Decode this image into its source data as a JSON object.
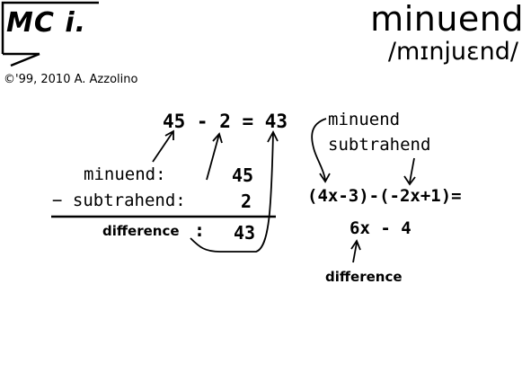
{
  "header": {
    "logo_text": "MC i.",
    "title": "minuend",
    "pronunciation": "/mɪnjuɛnd/",
    "copyright": "©'99, 2010  A. Azzolino"
  },
  "left_example": {
    "equation": "45 - 2 = 43",
    "minuend_label": "minuend:",
    "minuend_value": "45",
    "subtrahend_label": "−  subtrahend:",
    "subtrahend_value": "2",
    "difference_label": "difference",
    "difference_colon": ":",
    "difference_value": "43"
  },
  "right_example": {
    "minuend_label": "minuend",
    "subtrahend_label": "subtrahend",
    "expression": "(4x-3)-(-2x+1)=",
    "result": "6x - 4",
    "difference_label": "difference"
  },
  "colors": {
    "ink": "#000000",
    "background": "#ffffff"
  }
}
